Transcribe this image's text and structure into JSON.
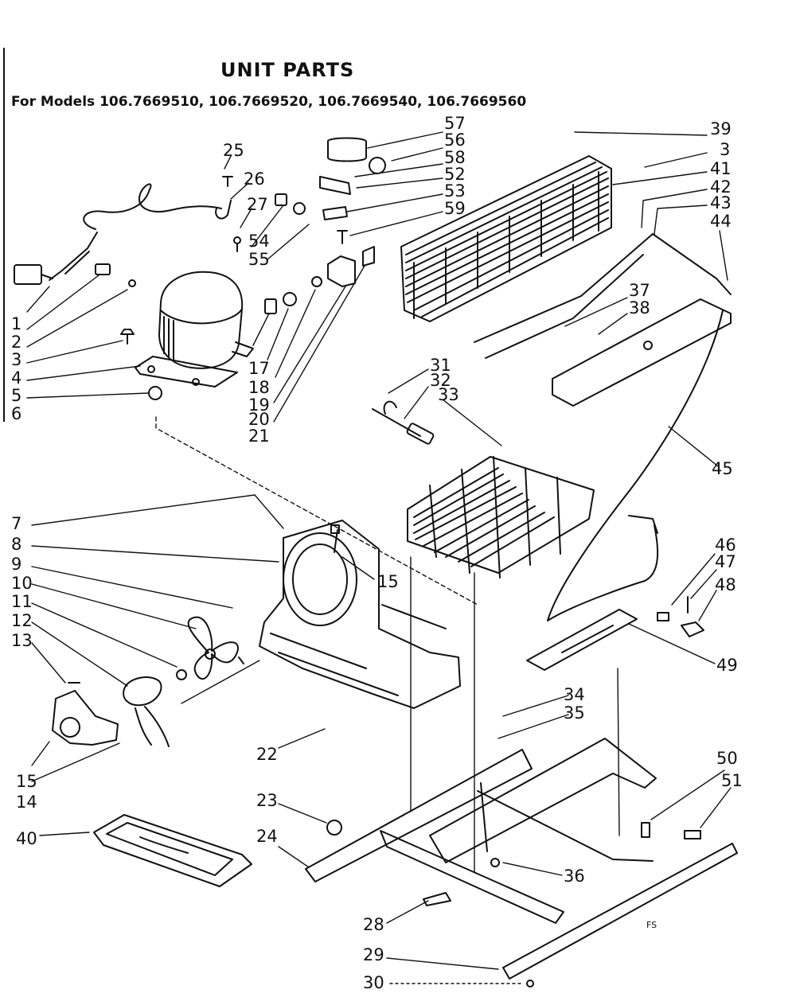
{
  "title": "UNIT PARTS",
  "models_line": "For Models 106.7669510, 106.7669520, 106.7669540, 106.7669560",
  "corner_mark": "FS",
  "callouts": [
    {
      "id": "c1",
      "label": "1"
    },
    {
      "id": "c2",
      "label": "2"
    },
    {
      "id": "c3",
      "label": "3"
    },
    {
      "id": "c4",
      "label": "4"
    },
    {
      "id": "c5",
      "label": "5"
    },
    {
      "id": "c6",
      "label": "6"
    },
    {
      "id": "c7",
      "label": "7"
    },
    {
      "id": "c8",
      "label": "8"
    },
    {
      "id": "c9",
      "label": "9"
    },
    {
      "id": "c10",
      "label": "10"
    },
    {
      "id": "c11",
      "label": "11"
    },
    {
      "id": "c12",
      "label": "12"
    },
    {
      "id": "c13",
      "label": "13"
    },
    {
      "id": "c15a",
      "label": "15"
    },
    {
      "id": "c14",
      "label": "14"
    },
    {
      "id": "c40",
      "label": "40"
    },
    {
      "id": "c15b",
      "label": "15"
    },
    {
      "id": "c17",
      "label": "17"
    },
    {
      "id": "c18",
      "label": "18"
    },
    {
      "id": "c19",
      "label": "19"
    },
    {
      "id": "c20",
      "label": "20"
    },
    {
      "id": "c21",
      "label": "21"
    },
    {
      "id": "c22",
      "label": "22"
    },
    {
      "id": "c23",
      "label": "23"
    },
    {
      "id": "c24",
      "label": "24"
    },
    {
      "id": "c25",
      "label": "25"
    },
    {
      "id": "c26",
      "label": "26"
    },
    {
      "id": "c27",
      "label": "27"
    },
    {
      "id": "c54",
      "label": "54"
    },
    {
      "id": "c55",
      "label": "55"
    },
    {
      "id": "c57",
      "label": "57"
    },
    {
      "id": "c56",
      "label": "56"
    },
    {
      "id": "c58",
      "label": "58"
    },
    {
      "id": "c52",
      "label": "52"
    },
    {
      "id": "c53",
      "label": "53"
    },
    {
      "id": "c59",
      "label": "59"
    },
    {
      "id": "c39",
      "label": "39"
    },
    {
      "id": "c3b",
      "label": "3"
    },
    {
      "id": "c41",
      "label": "41"
    },
    {
      "id": "c42",
      "label": "42"
    },
    {
      "id": "c43",
      "label": "43"
    },
    {
      "id": "c44",
      "label": "44"
    },
    {
      "id": "c37",
      "label": "37"
    },
    {
      "id": "c38",
      "label": "38"
    },
    {
      "id": "c31",
      "label": "31"
    },
    {
      "id": "c32",
      "label": "32"
    },
    {
      "id": "c33",
      "label": "33"
    },
    {
      "id": "c45",
      "label": "45"
    },
    {
      "id": "c46",
      "label": "46"
    },
    {
      "id": "c47",
      "label": "47"
    },
    {
      "id": "c48",
      "label": "48"
    },
    {
      "id": "c49",
      "label": "49"
    },
    {
      "id": "c34",
      "label": "34"
    },
    {
      "id": "c35",
      "label": "35"
    },
    {
      "id": "c50",
      "label": "50"
    },
    {
      "id": "c51",
      "label": "51"
    },
    {
      "id": "c36",
      "label": "36"
    },
    {
      "id": "c28",
      "label": "28"
    },
    {
      "id": "c29",
      "label": "29"
    },
    {
      "id": "c30",
      "label": "30"
    }
  ]
}
